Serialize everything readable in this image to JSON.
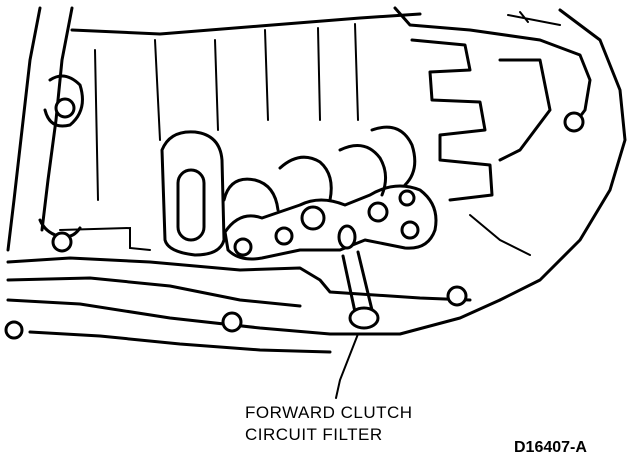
{
  "callout": {
    "line1": "FORWARD CLUTCH",
    "line2": "CIRCUIT FILTER"
  },
  "figure_code": "D16407-A"
}
